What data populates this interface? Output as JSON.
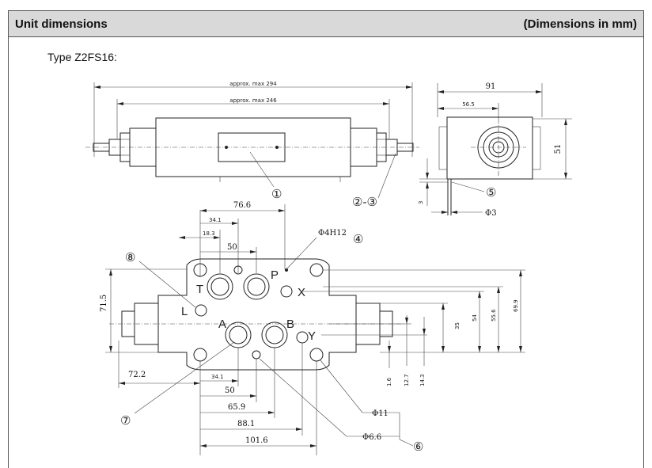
{
  "header": {
    "title": "Unit dimensions",
    "note": "(Dimensions in mm)"
  },
  "type_label": "Type Z2FS16:",
  "top_view": {
    "overall": "approx. max 294",
    "inner": "approx. max 246",
    "callout_1": "①",
    "callout_23": "②-③"
  },
  "side_view": {
    "width": "91",
    "offset": "56.5",
    "height": "51",
    "thread": "3",
    "dia": "Φ3",
    "callout_5": "⑤"
  },
  "bottom_view": {
    "d76": "76.6",
    "d341": "34.1",
    "d183": "18.3",
    "d50": "50",
    "d4h12": "Φ4H12",
    "callout_4": "④",
    "callout_8": "⑧",
    "port_T": "T",
    "port_P": "P",
    "port_X": "X",
    "port_L": "L",
    "port_A": "A",
    "port_B": "B",
    "port_Y": "Y",
    "d715": "71.5",
    "d722": "72.2",
    "d341b": "34.1",
    "d50b": "50",
    "d659": "65.9",
    "d881": "88.1",
    "d1016": "101.6",
    "callout_7": "⑦",
    "d16": "1.6",
    "d127": "12.7",
    "d143": "14.3",
    "d35": "35",
    "d54": "54",
    "d556": "55.6",
    "d699": "69.9",
    "d11": "Φ11",
    "d66": "Φ6.6",
    "callout_6": "⑥"
  }
}
